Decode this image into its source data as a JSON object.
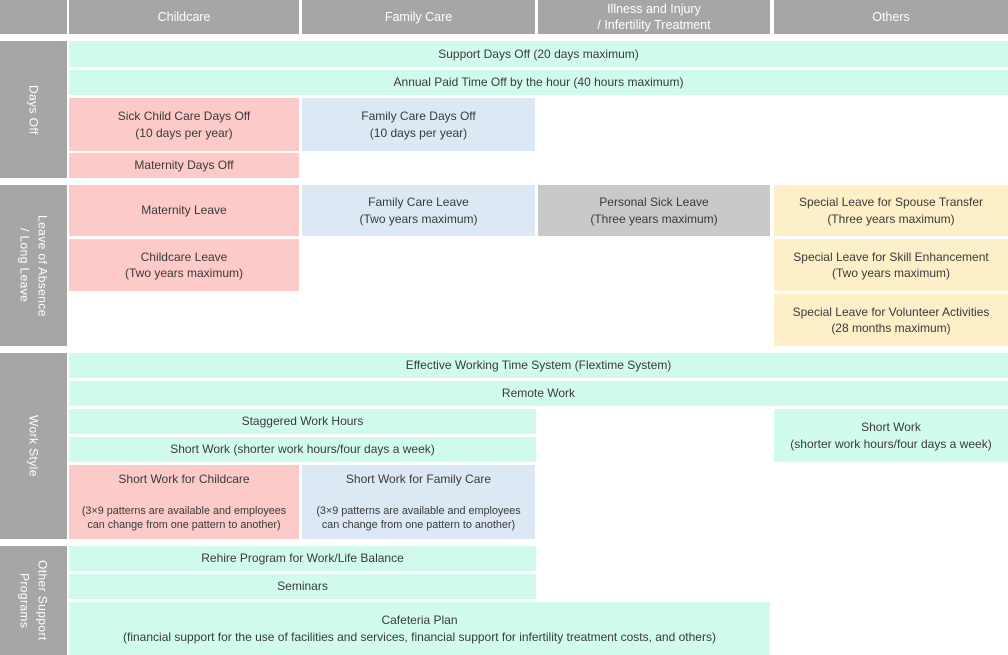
{
  "palette": {
    "header_gray": "#a6a6a6",
    "mint": "#d1fbea",
    "pink": "#fccac8",
    "blue": "#dce8f4",
    "gray_cell": "#c9c9c9",
    "yellow": "#fdf0c8",
    "cell_text": "#3a3a3a",
    "label_text": "#ffffff"
  },
  "header": {
    "columns": [
      {
        "label": "Childcare"
      },
      {
        "label": "Family Care"
      },
      {
        "label": "Illness and Injury\n/ Infertility Treatment"
      },
      {
        "label": "Others"
      }
    ]
  },
  "sections": {
    "days_off": {
      "label": "Days Off",
      "support_days_off": "Support Days Off (20 days maximum)",
      "annual_pto": "Annual Paid Time Off by the hour (40 hours maximum)",
      "sick_child_care": "Sick Child Care Days Off\n(10 days per year)",
      "family_care_days": "Family Care Days Off\n(10 days per year)",
      "maternity_days": "Maternity Days Off"
    },
    "leave": {
      "label": "Leave of Absence\n/ Long Leave",
      "maternity_leave": "Maternity Leave",
      "family_care_leave": "Family Care Leave\n(Two years maximum)",
      "personal_sick_leave": "Personal Sick Leave\n(Three years maximum)",
      "spouse_transfer": "Special Leave for Spouse Transfer\n(Three years maximum)",
      "childcare_leave": "Childcare Leave\n(Two years maximum)",
      "skill_enhancement": "Special Leave for Skill Enhancement\n(Two years maximum)",
      "volunteer": "Special Leave for Volunteer Activities\n(28 months maximum)"
    },
    "work_style": {
      "label": "Work Style",
      "flextime": "Effective Working Time System (Flextime System)",
      "remote_work": "Remote Work",
      "staggered": "Staggered Work Hours",
      "short_work_row": "Short Work (shorter work hours/four days a week)",
      "short_work_others": "Short Work\n(shorter work hours/four days a week)",
      "short_work_childcare": {
        "title": "Short Work for Childcare",
        "detail": "(3×9 patterns are available and employees\ncan change from one pattern to another)"
      },
      "short_work_family": {
        "title": "Short Work for Family Care",
        "detail": "(3×9 patterns are available and employees\ncan change from one pattern to another)"
      }
    },
    "other_support": {
      "label": "Other Support\nPrograms",
      "rehire": "Rehire Program for Work/Life Balance",
      "seminars": "Seminars",
      "cafeteria": "Cafeteria Plan\n(financial support for the use of facilities and services, financial support for infertility treatment costs, and others)"
    }
  }
}
